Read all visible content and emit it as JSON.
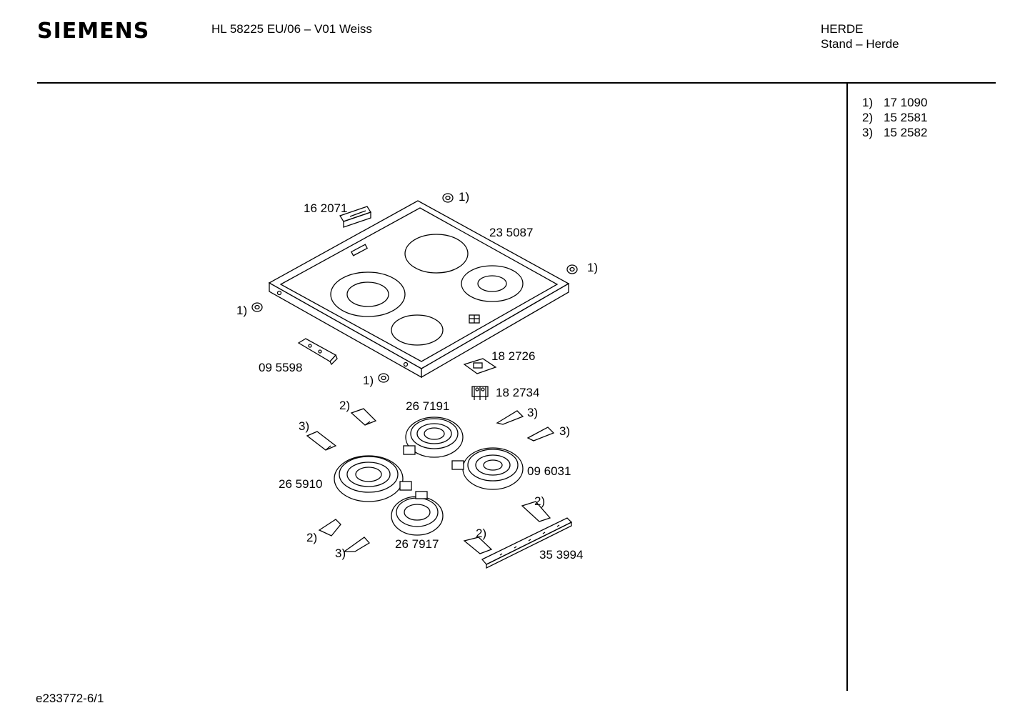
{
  "header": {
    "brand": "SIEMENS",
    "model": "HL 58225 EU/06 – V01 Weiss",
    "category": "HERDE",
    "subcategory": "Stand – Herde"
  },
  "legend": [
    {
      "key": "1)",
      "value": "17 1090"
    },
    {
      "key": "2)",
      "value": "15 2581"
    },
    {
      "key": "3)",
      "value": "15 2582"
    }
  ],
  "footer": {
    "doc_id": "e233772-6/1"
  },
  "diagram": {
    "labels": {
      "p162071": "16 2071",
      "p235087": "23 5087",
      "p095598": "09 5598",
      "p182726": "18 2726",
      "p182734": "18 2734",
      "p267191": "26 7191",
      "p265910": "26 5910",
      "p096031": "09 6031",
      "p267917": "26 7917",
      "p353994": "35 3994",
      "r1": "1)",
      "r2": "2)",
      "r3": "3)"
    }
  }
}
